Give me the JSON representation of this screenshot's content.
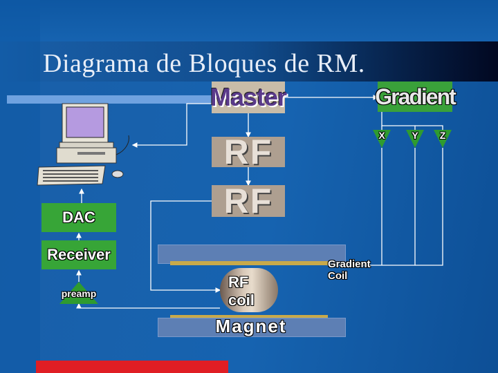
{
  "title": "Diagrama de Bloques de RM.",
  "blocks": {
    "master": "Master",
    "gradient": "Gradient",
    "rf_top": "RF",
    "rf_bottom": "RF",
    "dac": "DAC",
    "receiver": "Receiver",
    "preamp": "preamp",
    "gradient_x": "X",
    "gradient_y": "Y",
    "gradient_z": "Z",
    "gradient_coil": "Gradient Coil",
    "rf_coil": "RF coil",
    "magnet": "Magnet"
  },
  "colors": {
    "background": "#1663b0",
    "block_green": "#37a537",
    "block_tan": "#ae9f90",
    "accent_red": "#e01e24",
    "wire": "#ffffff"
  }
}
